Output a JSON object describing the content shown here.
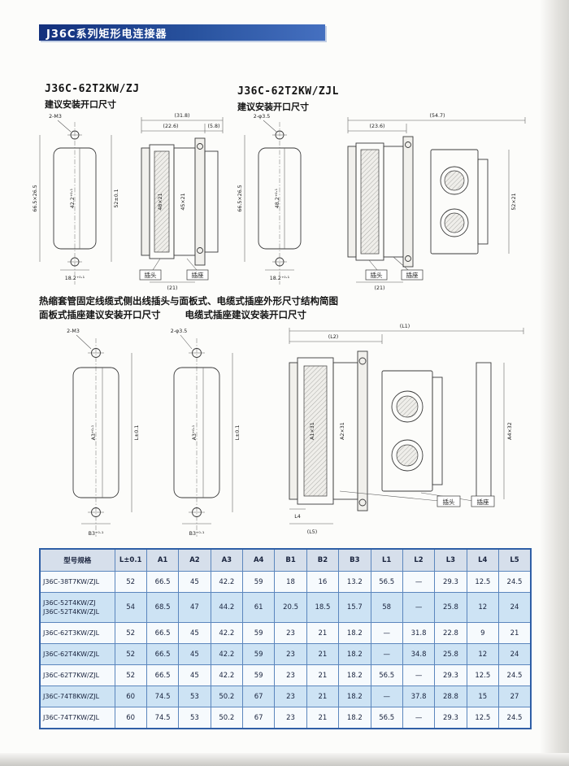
{
  "page": {
    "header_title": "J36C系列矩形电连接器"
  },
  "section1": {
    "left": {
      "title": "J36C-62T2KW/ZJ",
      "subtitle": "建议安装开口尺寸",
      "cutout": {
        "hole_label": "2-M3",
        "opening_dim": "42.2⁺⁰·¹",
        "pitch_dim": "52±0.1",
        "outer_dim": "66.5×26.5",
        "bottom_dim": "18.2⁺⁰·¹"
      },
      "side": {
        "top_dim_overall": "(31.8)",
        "top_dim_mid": "(22.6)",
        "top_dim_small": "(5.8)",
        "body_dim1": "48×21",
        "body_dim2": "45×21",
        "plug_label": "插头",
        "socket_label": "插座",
        "bottom_dim": "(21)"
      }
    },
    "right": {
      "title": "J36C-62T2KW/ZJL",
      "subtitle": "建议安装开口尺寸",
      "cutout": {
        "hole_label": "2-φ3.5",
        "opening_dim": "48.2⁺⁰·¹",
        "outer_dim": "66.5×26.5",
        "bottom_dim": "18.2⁺⁰·¹"
      },
      "side": {
        "top_dim_overall": "(54.7)",
        "top_dim_mid": "(23.6)",
        "body_dim": "52×21",
        "plug_label": "插头",
        "socket_label": "插座",
        "bottom_dim": "(21)"
      }
    }
  },
  "section2": {
    "heading_line1": "热缩套管固定线缆式侧出线插头与面板式、电缆式插座外形尺寸结构简图",
    "heading_left": "面板式插座建议安装开口尺寸",
    "heading_right": "电缆式插座建议安装开口尺寸",
    "panel_cutout": {
      "hole_label": "2-M3",
      "opening_dim": "A3⁺⁰·¹",
      "pitch_dim": "L±0.1",
      "bottom_dim": "B3⁺⁰·¹"
    },
    "cable_cutout": {
      "hole_label": "2-φ3.5",
      "opening_dim": "A3⁺⁰·¹",
      "pitch_dim": "L±0.1",
      "bottom_dim": "B3⁺⁰·¹"
    },
    "assembly": {
      "top_dim_overall": "(L1)",
      "top_dim_mid": "(L2)",
      "body_dim1": "A1×31",
      "body_dim2": "A2×31",
      "right_dim": "A4×32",
      "plug_label": "插头",
      "socket_label": "插座",
      "bottom_dim_small": "L4",
      "bottom_dim_wide": "(L5)"
    }
  },
  "table": {
    "headers": [
      "型号规格",
      "L±0.1",
      "A1",
      "A2",
      "A3",
      "A4",
      "B1",
      "B2",
      "B3",
      "L1",
      "L2",
      "L3",
      "L4",
      "L5"
    ],
    "rows": [
      {
        "model": [
          "J36C-38T7KW/ZJL"
        ],
        "values": [
          "52",
          "66.5",
          "45",
          "42.2",
          "59",
          "18",
          "16",
          "13.2",
          "56.5",
          "—",
          "29.3",
          "12.5",
          "24.5"
        ]
      },
      {
        "model": [
          "J36C-52T4KW/ZJ",
          "J36C-52T4KW/ZJL"
        ],
        "values": [
          "54",
          "68.5",
          "47",
          "44.2",
          "61",
          "20.5",
          "18.5",
          "15.7",
          "58",
          "—",
          "25.8",
          "12",
          "24"
        ]
      },
      {
        "model": [
          "J36C-62T3KW/ZJL"
        ],
        "values": [
          "52",
          "66.5",
          "45",
          "42.2",
          "59",
          "23",
          "21",
          "18.2",
          "—",
          "31.8",
          "22.8",
          "9",
          "21"
        ]
      },
      {
        "model": [
          "J36C-62T4KW/ZJL"
        ],
        "values": [
          "52",
          "66.5",
          "45",
          "42.2",
          "59",
          "23",
          "21",
          "18.2",
          "—",
          "34.8",
          "25.8",
          "12",
          "24"
        ]
      },
      {
        "model": [
          "J36C-62T7KW/ZJL"
        ],
        "values": [
          "52",
          "66.5",
          "45",
          "42.2",
          "59",
          "23",
          "21",
          "18.2",
          "56.5",
          "—",
          "29.3",
          "12.5",
          "24.5"
        ]
      },
      {
        "model": [
          "J36C-74T8KW/ZJL"
        ],
        "values": [
          "60",
          "74.5",
          "53",
          "50.2",
          "67",
          "23",
          "21",
          "18.2",
          "—",
          "37.8",
          "28.8",
          "15",
          "27"
        ]
      },
      {
        "model": [
          "J36C-74T7KW/ZJL"
        ],
        "values": [
          "60",
          "74.5",
          "53",
          "50.2",
          "67",
          "23",
          "21",
          "18.2",
          "56.5",
          "—",
          "29.3",
          "12.5",
          "24.5"
        ]
      }
    ]
  }
}
